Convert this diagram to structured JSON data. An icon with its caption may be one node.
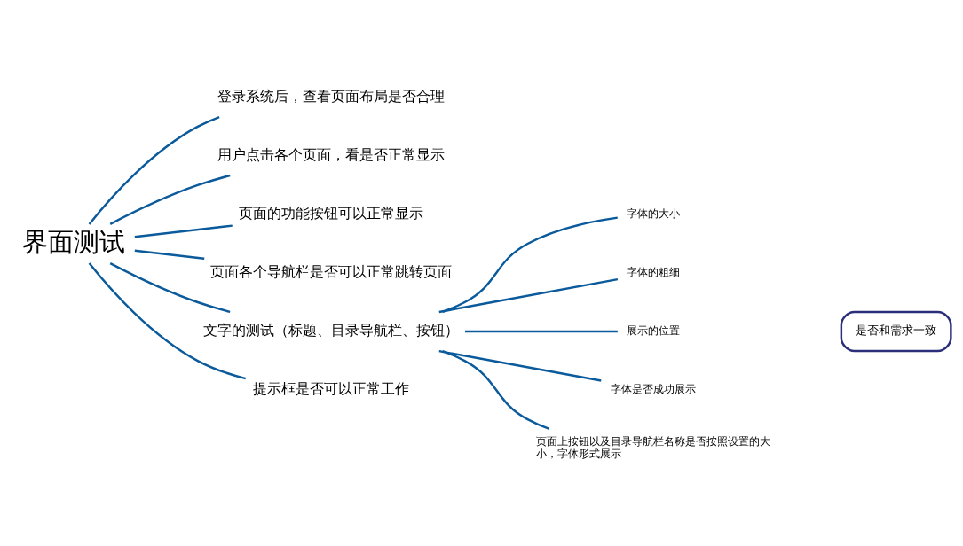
{
  "diagram": {
    "nodes": [
      {
        "text": [
          "界面测试"
        ]
      },
      {
        "text": [
          "登录系统后，查看页面布局是否合理"
        ]
      },
      {
        "text": [
          "用户点击各个页面，看是否正常显示"
        ]
      },
      {
        "text": [
          "页面的功能按钮可以正常显示"
        ]
      },
      {
        "text": [
          "页面各个导航栏是否可以正常跳转页面"
        ]
      },
      {
        "text": [
          "文字的测试（标题、目录导航栏、按钮）"
        ]
      },
      {
        "text": [
          "提示框是否可以正常工作"
        ]
      },
      {
        "text": [
          "字体的大小"
        ]
      },
      {
        "text": [
          "字体的粗细"
        ]
      },
      {
        "text": [
          "展示的位置"
        ]
      },
      {
        "text": [
          "字体是否成功展示"
        ]
      },
      {
        "text": [
          "页面上按钮以及目录导航栏名称是否按照设置的大小，字体形式展示"
        ]
      },
      {
        "text": [
          "是否和需求一致"
        ]
      }
    ],
    "edges": [
      {
        "from": 0,
        "to": 1,
        "arrow": "none"
      },
      {
        "from": 0,
        "to": 2,
        "arrow": "none"
      },
      {
        "from": 0,
        "to": 3,
        "arrow": "none"
      },
      {
        "from": 0,
        "to": 4,
        "arrow": "none"
      },
      {
        "from": 0,
        "to": 5,
        "arrow": "none"
      },
      {
        "from": 0,
        "to": 6,
        "arrow": "none"
      },
      {
        "from": 5,
        "to": 7,
        "arrow": "none"
      },
      {
        "from": 5,
        "to": 8,
        "arrow": "none"
      },
      {
        "from": 5,
        "to": 9,
        "arrow": "none"
      },
      {
        "from": 5,
        "to": 10,
        "arrow": "none"
      },
      {
        "from": 5,
        "to": 11,
        "arrow": "none"
      }
    ]
  }
}
